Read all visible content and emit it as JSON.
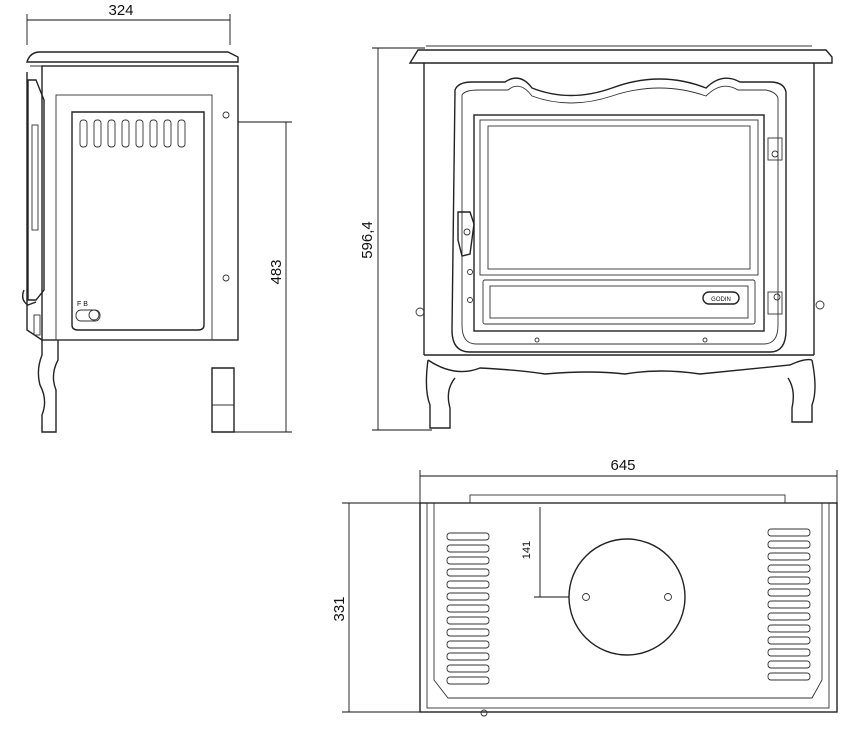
{
  "dimensions": {
    "side_depth": "324",
    "side_lower_height": "483",
    "front_height": "596,4",
    "top_width": "645",
    "top_depth": "331",
    "flue_offset": "141"
  },
  "markings": {
    "side_control_letters": "F  B",
    "front_badge_text": "GODIN"
  }
}
